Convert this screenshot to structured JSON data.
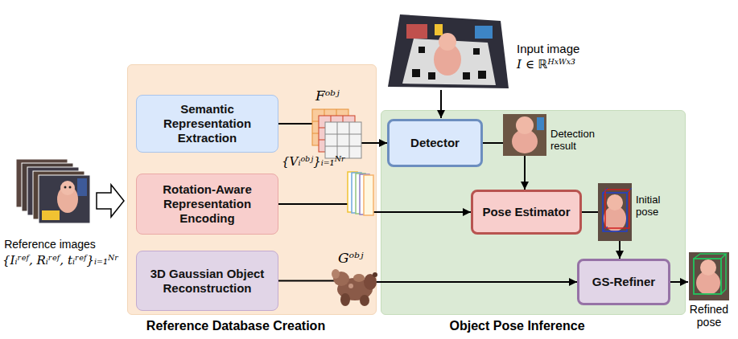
{
  "diagram": {
    "nodes": [
      {
        "text": [
          "Reference Database Creation"
        ]
      },
      {
        "text": [
          "Semantic Representation Extraction"
        ],
        "in": 0
      },
      {
        "text": [
          "Rotation-Aware Representation Encoding"
        ],
        "in": 0
      },
      {
        "text": [
          "3D Gaussian Object Reconstruction"
        ],
        "in": 0
      },
      {
        "text": [
          "Object Pose Inference"
        ]
      },
      {
        "text": [
          "Detector"
        ],
        "in": 4
      },
      {
        "text": [
          "Pose Estimator"
        ],
        "in": 4
      },
      {
        "text": [
          "GS-Refiner"
        ],
        "in": 4
      }
    ],
    "edges": [
      {
        "from": 1,
        "to": 5,
        "arrow": "to"
      },
      {
        "from": 2,
        "to": 6,
        "arrow": "to"
      },
      {
        "from": 3,
        "to": 7,
        "arrow": "to"
      },
      {
        "from": 5,
        "to": 6,
        "arrow": "to"
      },
      {
        "from": 6,
        "to": 7,
        "arrow": "to"
      }
    ],
    "labels": [
      "Reference images",
      "{Iᵢʳᵉᶠ, Rᵢʳᵉᶠ, tᵢʳᵉᶠ}ᵢ₌₁ᴺʳ",
      "Fᵒᵇʲ",
      "{Vᵢᵒᵇʲ}ᵢ₌₁ᴺʳ",
      "Gᵒᵇʲ",
      "Input image",
      "I ∈ ℝᴴˣᵂˣ³",
      "Detection result",
      "Initial pose",
      "Refined pose"
    ]
  }
}
